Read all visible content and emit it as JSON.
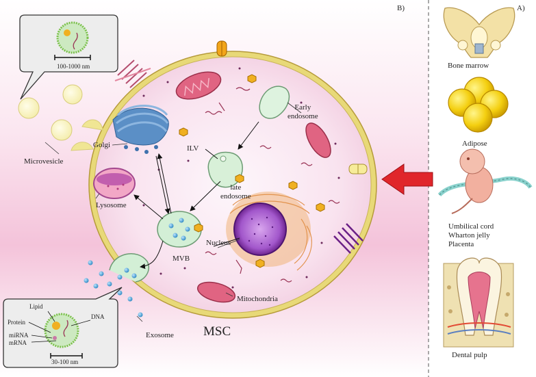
{
  "panels": {
    "left_letter": "B)",
    "right_letter": "A)"
  },
  "cell": {
    "title": "MSC",
    "organelles": {
      "golgi": "Golgi",
      "lysosome": "Lysosome",
      "early_endosome": "Early\nendosome",
      "ilv": "ILV",
      "late_endosome": "late\nendosome",
      "mvb": "MVB",
      "nucleus": "Nucleus",
      "mitochondria": "Mitochondria"
    },
    "external": {
      "microvesicle": "Microvesicle",
      "exosome": "Exosome"
    }
  },
  "callout_microvesicle": {
    "scale": "100-1000 nm"
  },
  "callout_exosome": {
    "lipid": "Lipid",
    "protein": "Protein",
    "dna": "DNA",
    "mirna": "miRNA",
    "mrna": "mRNA",
    "scale": "30-100 nm"
  },
  "sources": {
    "bone_marrow": "Bone marrow",
    "adipose": "Adipose",
    "umbilical_1": "Umbilical cord",
    "umbilical_2": "Wharton jelly",
    "umbilical_3": "Placenta",
    "dental_pulp": "Dental pulp"
  },
  "colors": {
    "cell_membrane": "#e9dc8a",
    "mitochondria": "#d95c78",
    "golgi": "#4a7fb6",
    "nucleus": "#7b2fa3",
    "endosome": "#d9f0dc",
    "arrow_red": "#e0262b",
    "background_pink": "#f6c9df"
  }
}
